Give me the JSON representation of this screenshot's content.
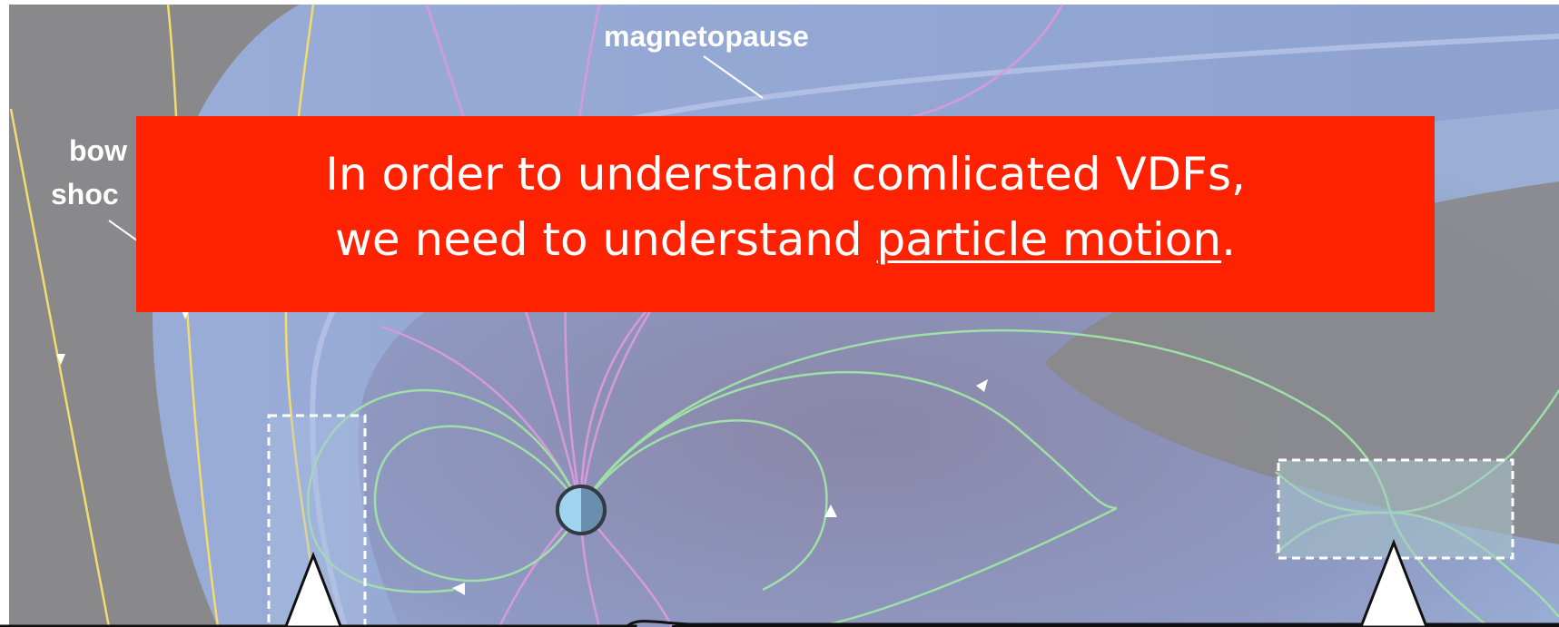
{
  "diagram": {
    "labels": {
      "magnetopause": "magnetopause",
      "bow_shock_line1": "bow",
      "bow_shock_line2": "shoc"
    }
  },
  "banner": {
    "line1": "In order to understand comlicated VDFs,",
    "line2_prefix": "we need to understand ",
    "line2_emphasis": "particle motion",
    "line2_suffix": "."
  },
  "colors": {
    "background": "#8a8a8c",
    "magnetosphere_outer": "#8fa2cf",
    "magnetosphere_inner": "#8a8fb5",
    "bow_shock_lines": "#f2dc6e",
    "open_field_lines": "#d79ad9",
    "closed_field_lines": "#9ee0a6",
    "earth_day": "#9fd4ee",
    "earth_night": "#6a8fae",
    "banner": "#ff2200",
    "callout_fill": "#ffffff",
    "callout_border": "#111111"
  }
}
